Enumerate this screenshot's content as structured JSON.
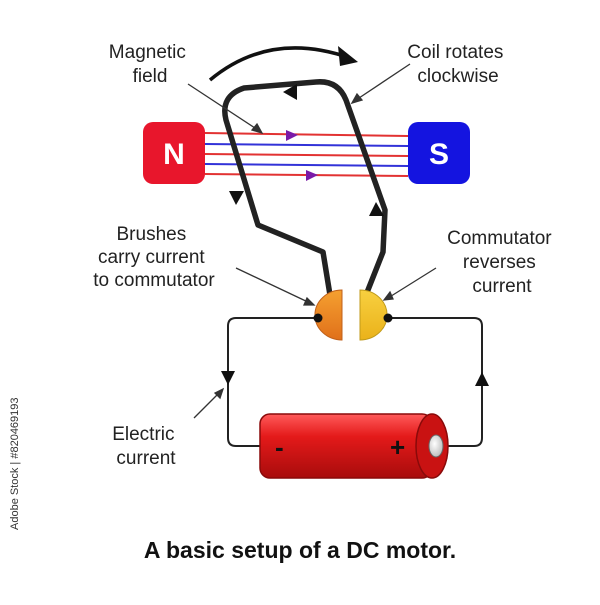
{
  "diagram": {
    "title": "A basic setup of a DC motor.",
    "stock_id": "Adobe Stock | #820469193",
    "labels": {
      "magnetic_field": [
        "Magnetic",
        "field"
      ],
      "coil_rotates": [
        "Coil rotates",
        "clockwise"
      ],
      "brushes": [
        "Brushes",
        "carry current",
        "to commutator"
      ],
      "commutator": [
        "Commutator",
        "reverses",
        "current"
      ],
      "electric_current": [
        "Electric",
        "current"
      ]
    },
    "magnet": {
      "north_label": "N",
      "south_label": "S"
    },
    "battery": {
      "negative_label": "-",
      "positive_label": "+"
    }
  },
  "colors": {
    "north_pole": "#e8162c",
    "south_pole": "#1414e0",
    "field_line_red": "#e23232",
    "field_line_blue": "#3232d8",
    "field_arrow": "#7a1aa8",
    "battery_body": "#e01515",
    "brush_left": "#f08a1e",
    "brush_right": "#f5c31e",
    "wire": "#222222"
  }
}
